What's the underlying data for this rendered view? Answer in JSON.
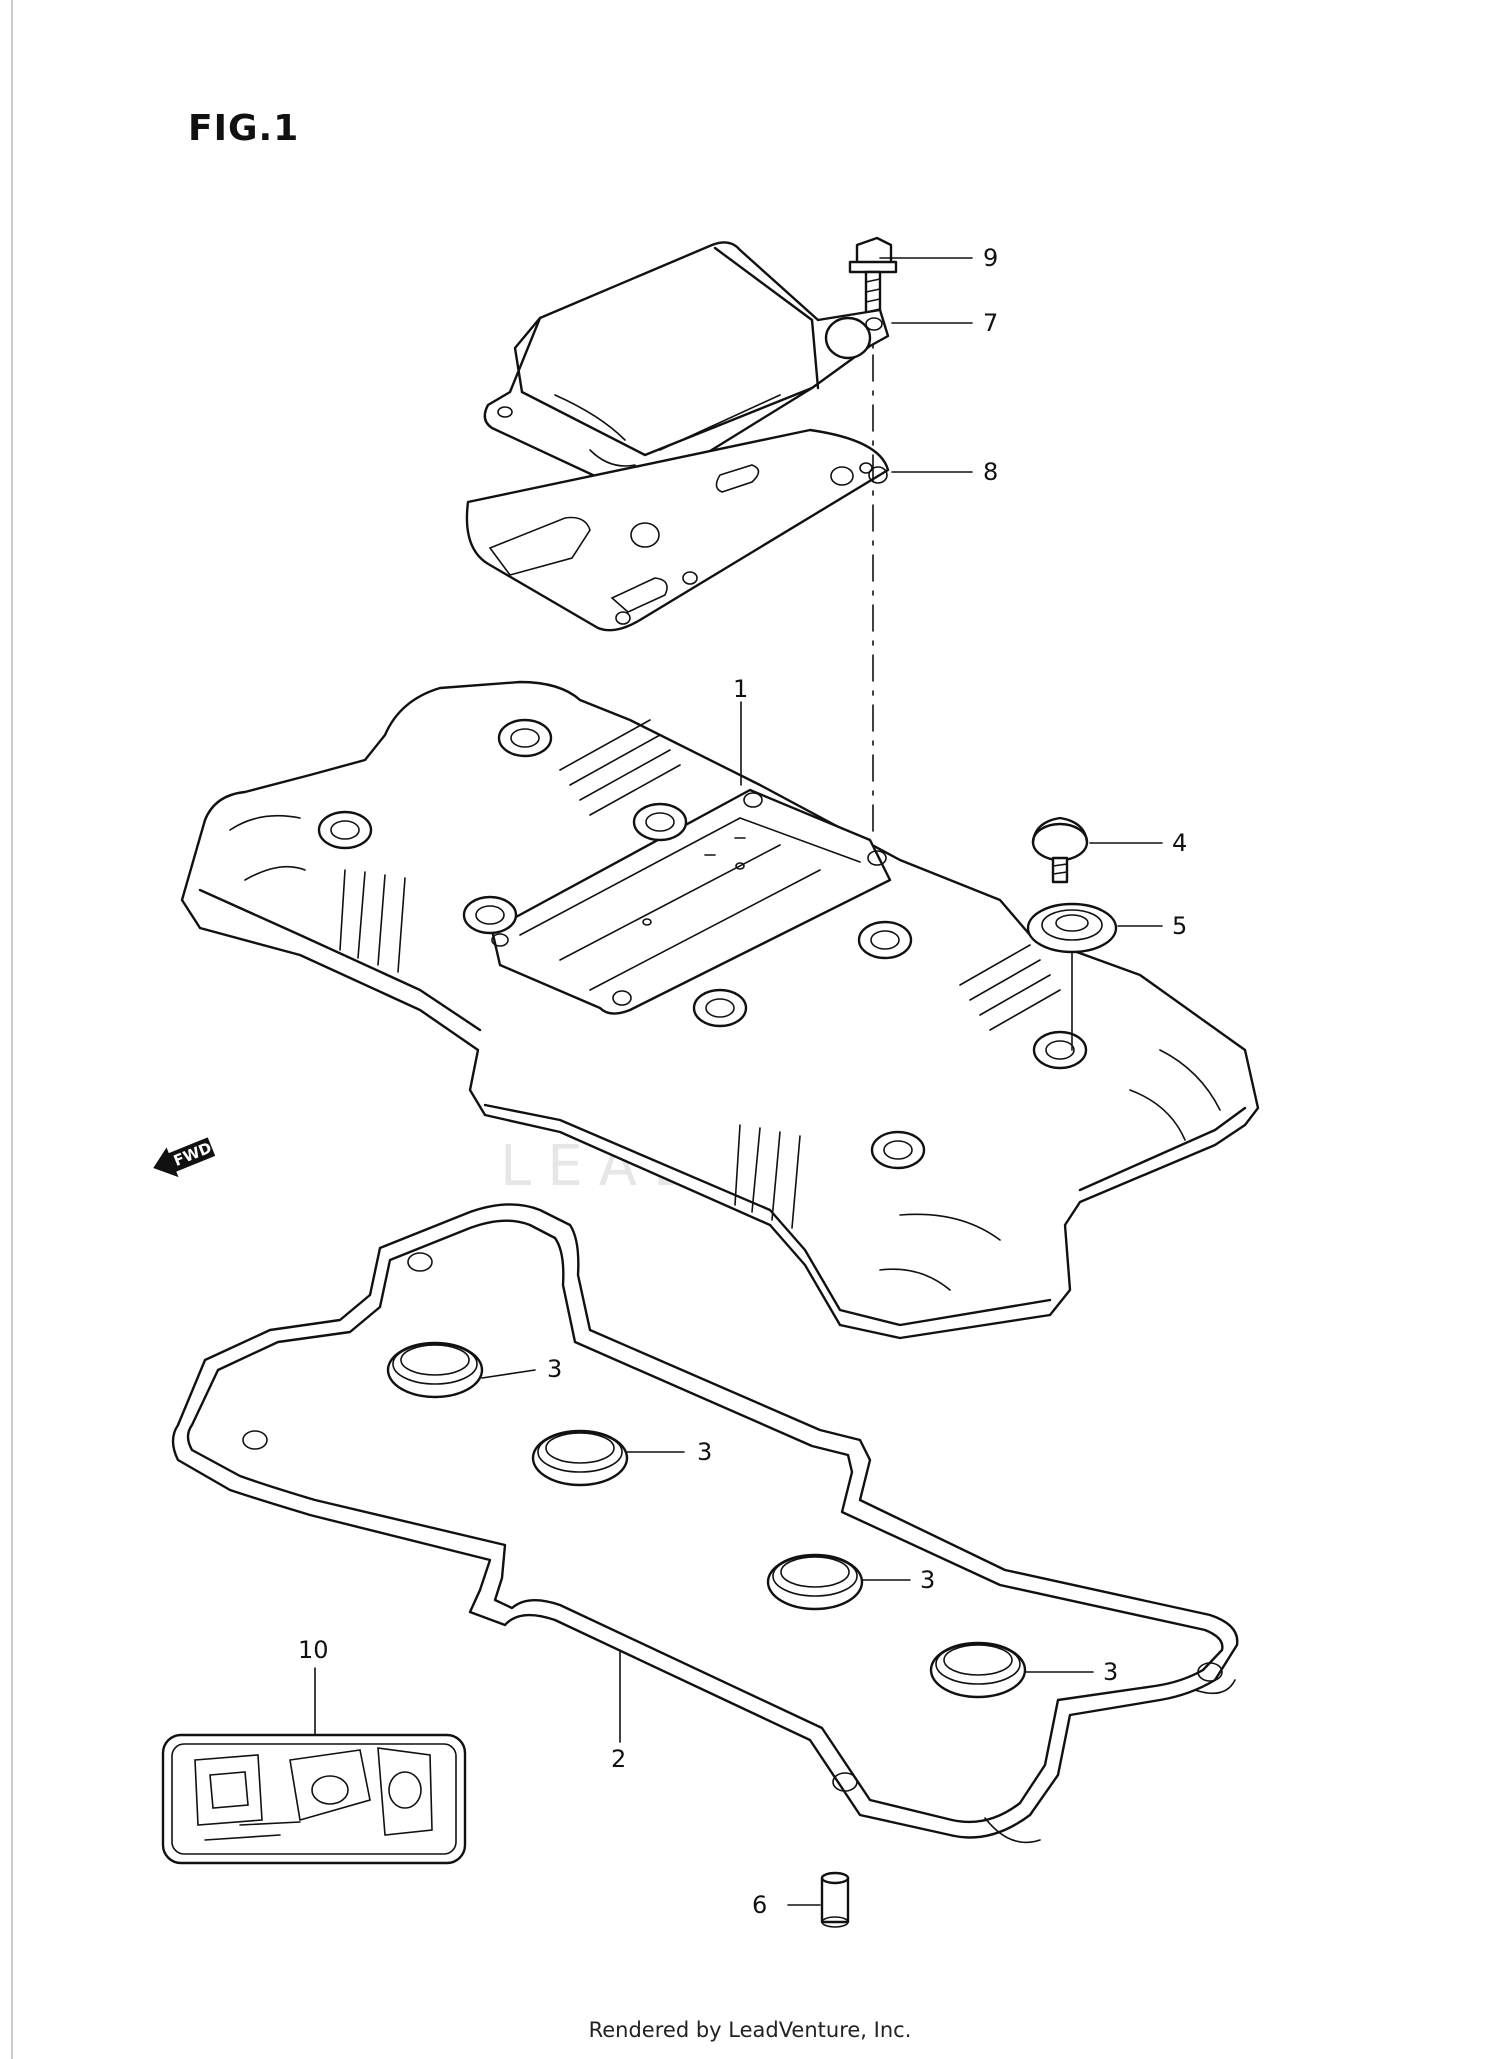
{
  "figure": {
    "title": "FIG.1"
  },
  "watermark": {
    "text": "LEADVENTURE"
  },
  "direction_marker": {
    "label": "FWD"
  },
  "callouts": [
    {
      "id": "c1",
      "label": "1"
    },
    {
      "id": "c2",
      "label": "2"
    },
    {
      "id": "c3a",
      "label": "3"
    },
    {
      "id": "c3b",
      "label": "3"
    },
    {
      "id": "c3c",
      "label": "3"
    },
    {
      "id": "c3d",
      "label": "3"
    },
    {
      "id": "c4",
      "label": "4"
    },
    {
      "id": "c5",
      "label": "5"
    },
    {
      "id": "c6",
      "label": "6"
    },
    {
      "id": "c7",
      "label": "7"
    },
    {
      "id": "c8",
      "label": "8"
    },
    {
      "id": "c9",
      "label": "9"
    },
    {
      "id": "c10",
      "label": "10"
    }
  ],
  "footer": {
    "text": "Rendered by LeadVenture, Inc."
  }
}
